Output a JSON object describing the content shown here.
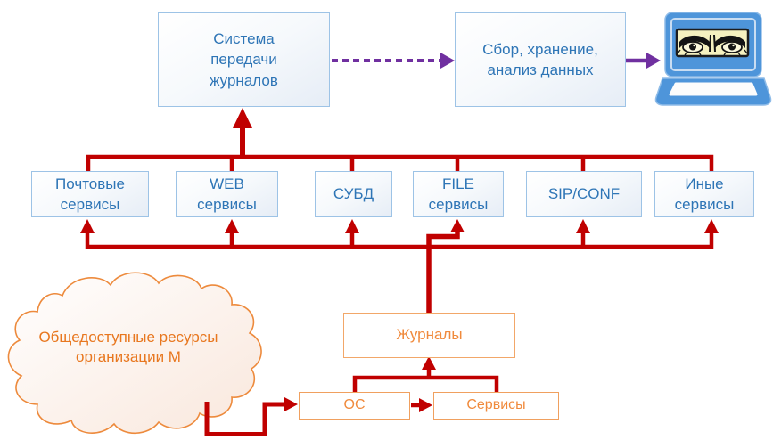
{
  "nodes": {
    "log_system": {
      "label": "Система передачи журналов"
    },
    "collect": {
      "label": "Сбор, хранение, анализ данных"
    },
    "services": [
      {
        "label": "Почтовые сервисы"
      },
      {
        "label": "WEB сервисы"
      },
      {
        "label": "СУБД"
      },
      {
        "label": "FILE сервисы"
      },
      {
        "label": "SIP/CONF"
      },
      {
        "label": "Иные сервисы"
      }
    ],
    "logs": {
      "label": "Журналы"
    },
    "os": {
      "label": "ОС"
    },
    "srv": {
      "label": "Сервисы"
    },
    "cloud": {
      "label": "Общедоступные ресурсы организации М"
    }
  },
  "icons": {
    "laptop": "laptop-surveillance-eyes-icon"
  },
  "colors": {
    "connector_red": "#C00000",
    "connector_purple": "#7030A0",
    "node_blue_border": "#9DC3E6",
    "node_blue_text": "#2E75B6",
    "node_orange_border": "#F0A05F",
    "node_orange_text": "#F08A3C",
    "cloud_outline": "#ED7D31",
    "laptop_blue": "#4E95DA",
    "eyes_plate": "#F5F1C0"
  }
}
